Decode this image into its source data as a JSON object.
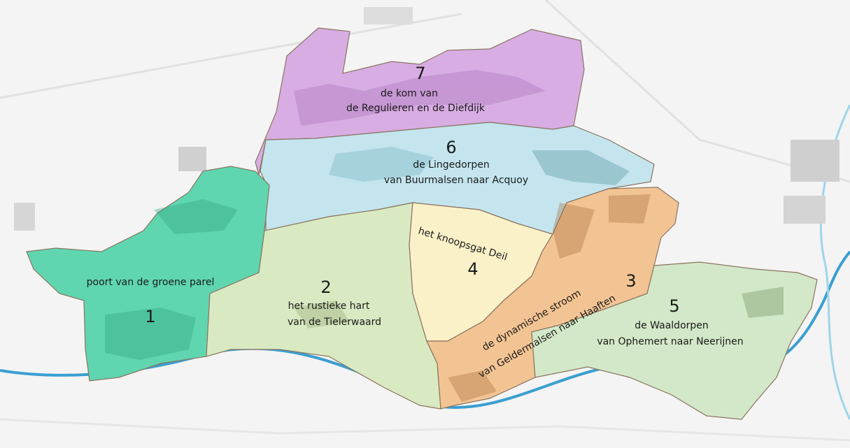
{
  "colors": {
    "background": "#f4f4f4",
    "river": "#3a9fd0",
    "region_1": "#5fd6b0",
    "region_2": "#d9eac3",
    "region_3": "#f3c493",
    "region_4": "#fbf1c9",
    "region_5": "#d3e8c8",
    "region_6": "#c4e5ee",
    "region_7": "#d8ade3",
    "border": "#8a7460"
  },
  "regions": [
    {
      "id": "1",
      "number": "1",
      "line1": "poort van de groene parel",
      "line2": ""
    },
    {
      "id": "2",
      "number": "2",
      "line1": "het rustieke hart",
      "line2": "van de Tielerwaard"
    },
    {
      "id": "3",
      "number": "3",
      "line1": "de dynamische stroom",
      "line2": "van Geldermalsen naar Haaften"
    },
    {
      "id": "4",
      "number": "4",
      "line1": "het knoopsgat Deil",
      "line2": ""
    },
    {
      "id": "5",
      "number": "5",
      "line1": "de Waaldorpen",
      "line2": "van Ophemert naar Neerijnen"
    },
    {
      "id": "6",
      "number": "6",
      "line1": "de Lingedorpen",
      "line2": "van Buurmalsen naar Acquoy"
    },
    {
      "id": "7",
      "number": "7",
      "line1": "de kom van",
      "line2": "de Regulieren en de Diefdijk"
    }
  ]
}
